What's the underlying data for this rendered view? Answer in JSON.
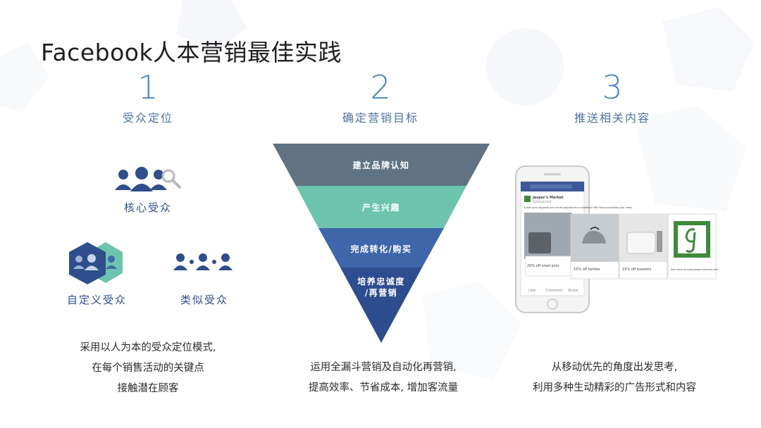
{
  "title": "Facebook人本营销最佳实践",
  "columns": [
    {
      "number": "1",
      "heading": "受众定位",
      "core_audience": "核心受众",
      "custom_audience": "自定义受众",
      "lookalike_audience": "类似受众",
      "description": [
        "采用以人为本的受众定位模式,",
        "在每个销售活动的关键点",
        "接触潜在顾客"
      ]
    },
    {
      "number": "2",
      "heading": "确定营销目标",
      "funnel": [
        {
          "label": "建立品牌认知",
          "color": "#5f7382"
        },
        {
          "label": "产生兴趣",
          "color": "#6cc4ad"
        },
        {
          "label": "完成转化/购买",
          "color": "#3f66ab"
        },
        {
          "label_lines": [
            "培养忠诚度",
            "/再营销"
          ],
          "color": "#2e4d8e"
        }
      ],
      "description": [
        "运用全漏斗营销及自动化再营销,",
        "提高效率、节省成本, 增加客流量"
      ]
    },
    {
      "number": "3",
      "heading": "推送相关内容",
      "phone": {
        "page_name": "Jasper's Market",
        "sponsored": "Sponsored",
        "post_text": "Looking to upgrade your small appliances or stations? We have everything you need.",
        "cards": [
          "20% off steel pots",
          "15% off kettles",
          "15% off toasters",
          "See more at www.jaspersmarket.com"
        ],
        "actions": [
          "Like",
          "Comment",
          "Share"
        ]
      },
      "description": [
        "从移动优先的角度出发思考,",
        "利用多种生动精彩的广告形式和内容"
      ]
    }
  ]
}
